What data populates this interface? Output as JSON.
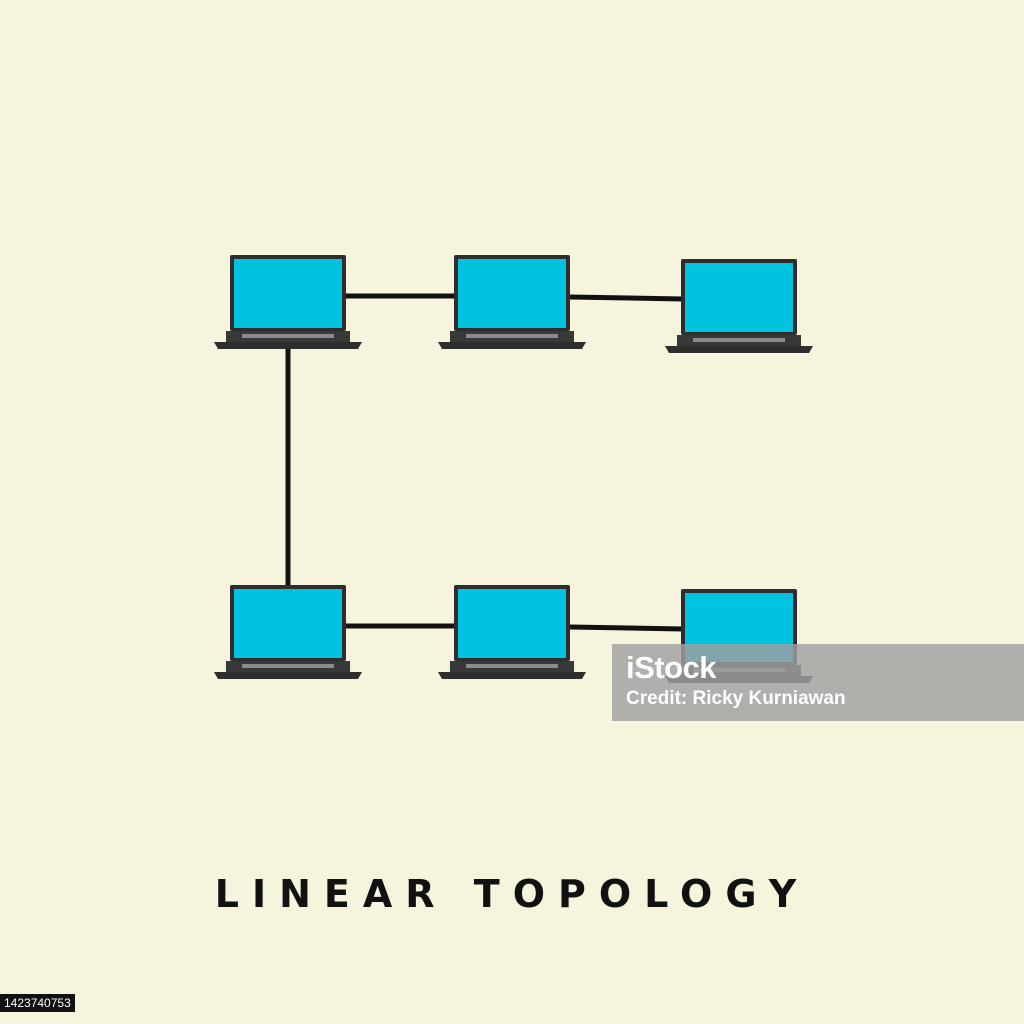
{
  "diagram": {
    "title": "LINEAR TOPOLOGY",
    "colors": {
      "background": "#f6f4dc",
      "screen": "#00c3e0",
      "frame": "#2e2e2e",
      "link": "#111111"
    },
    "nodes": [
      {
        "id": "laptop-top-1",
        "icon": "laptop-icon"
      },
      {
        "id": "laptop-top-2",
        "icon": "laptop-icon"
      },
      {
        "id": "laptop-top-3",
        "icon": "laptop-icon"
      },
      {
        "id": "laptop-bottom-1",
        "icon": "laptop-icon"
      },
      {
        "id": "laptop-bottom-2",
        "icon": "laptop-icon"
      },
      {
        "id": "laptop-bottom-3",
        "icon": "laptop-icon"
      }
    ],
    "links": [
      {
        "from": "laptop-top-1",
        "to": "laptop-top-2"
      },
      {
        "from": "laptop-top-2",
        "to": "laptop-top-3"
      },
      {
        "from": "laptop-top-1",
        "to": "laptop-bottom-1"
      },
      {
        "from": "laptop-bottom-1",
        "to": "laptop-bottom-2"
      },
      {
        "from": "laptop-bottom-2",
        "to": "laptop-bottom-3"
      }
    ]
  },
  "watermark": {
    "logo_text": "iStock",
    "credit": "Credit: Ricky Kurniawan"
  },
  "image_id": "1423740753"
}
